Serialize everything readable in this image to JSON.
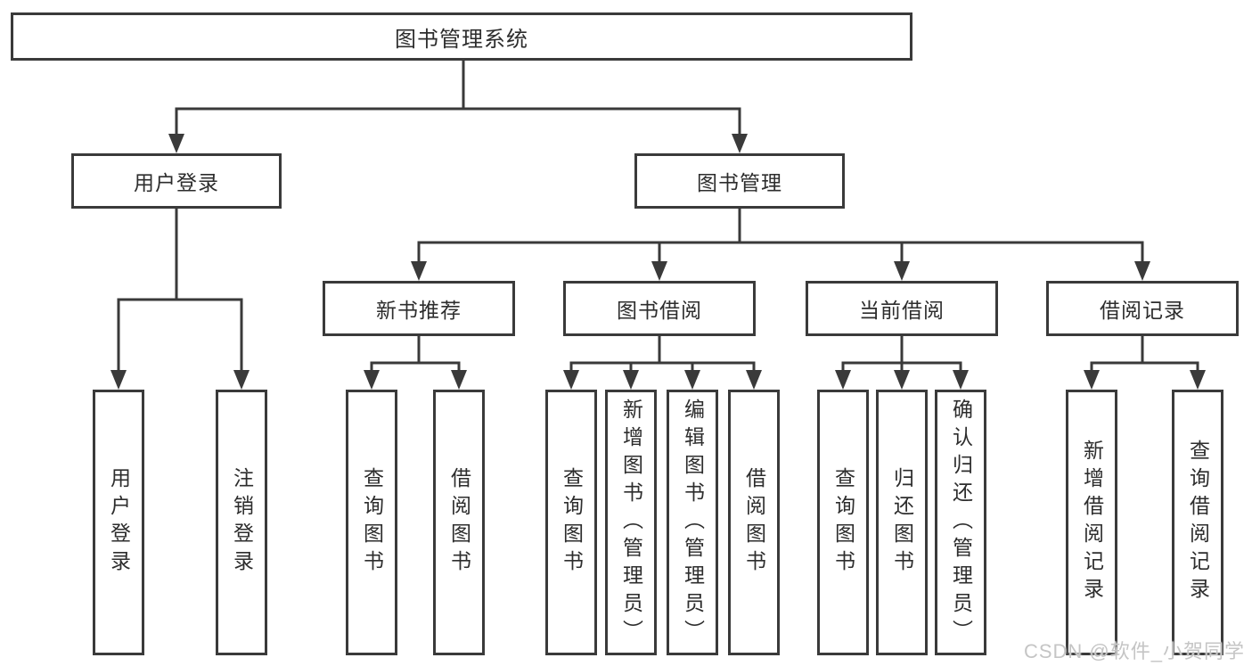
{
  "diagram": {
    "title": "图书管理系统",
    "level2": {
      "user_login": "用户登录",
      "book_management": "图书管理"
    },
    "level3": {
      "new_book_recommend": "新书推荐",
      "book_borrowing": "图书借阅",
      "current_borrowing": "当前借阅",
      "borrowing_records": "借阅记录"
    },
    "leaves": {
      "user_login": "用户登录",
      "logout_login": "注销登录",
      "recommend_query_books": "查询图书",
      "recommend_borrow_books": "借阅图书",
      "borrowing_query_books": "查询图书",
      "borrowing_add_books": "新增图书（管理员）",
      "borrowing_edit_books": "编辑图书（管理员）",
      "borrowing_borrow_books": "借阅图书",
      "current_query_books": "查询图书",
      "current_return_books": "归还图书",
      "current_confirm_return": "确认归还（管理员）",
      "records_add_record": "新增借阅记录",
      "records_query_record": "查询借阅记录"
    }
  },
  "watermark": "CSDN @软件_小贺同学",
  "colors": {
    "line": "#3a3a3a",
    "text": "#2d2d2d",
    "watermark": "#c5c5c5",
    "background": "#ffffff"
  }
}
